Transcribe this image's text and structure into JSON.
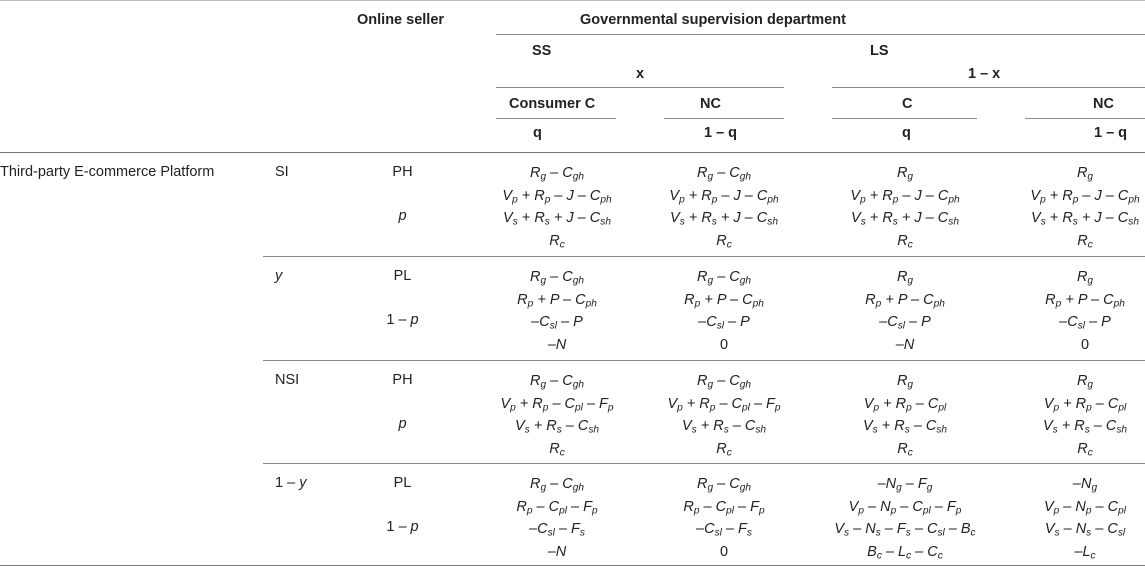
{
  "header": {
    "online_seller": "Online seller",
    "gov_dept": "Governmental supervision department",
    "ss": "SS",
    "x": "x",
    "ls": "LS",
    "one_minus_x": "1 – x",
    "consumer_c": "Consumer C",
    "nc": "NC",
    "c": "C",
    "q": "q",
    "one_minus_q": "1 – q"
  },
  "row_group_label": "Third-party E-commerce Platform",
  "rows": [
    {
      "platform": "SI",
      "seller": "PH",
      "prob": "p",
      "cells": [
        [
          "R_g – C_gh",
          "V_p + R_p – J – C_ph",
          "V_s + R_s + J – C_sh",
          "R_c"
        ],
        [
          "R_g – C_gh",
          "V_p + R_p – J – C_ph",
          "V_s + R_s + J – C_sh",
          "R_c"
        ],
        [
          "R_g",
          "V_p + R_p – J – C_ph",
          "V_s + R_s + J – C_sh",
          "R_c"
        ],
        [
          "R_g",
          "V_p + R_p – J – C_ph",
          "V_s + R_s + J – C_sh",
          "R_c"
        ]
      ]
    },
    {
      "platform": "y",
      "seller": "PL",
      "prob": "1 – p",
      "cells": [
        [
          "R_g – C_gh",
          "R_p + P – C_ph",
          "–C_sl – P",
          "–N"
        ],
        [
          "R_g – C_gh",
          "R_p + P – C_ph",
          "–C_sl – P",
          "0"
        ],
        [
          "R_g",
          "R_p + P – C_ph",
          "–C_sl – P",
          "–N"
        ],
        [
          "R_g",
          "R_p + P – C_ph",
          "–C_sl – P",
          "0"
        ]
      ]
    },
    {
      "platform": "NSI",
      "seller": "PH",
      "prob": "p",
      "cells": [
        [
          "R_g – C_gh",
          "V_p + R_p – C_pl – F_p",
          "V_s + R_s – C_sh",
          "R_c"
        ],
        [
          "R_g – C_gh",
          "V_p + R_p – C_pl – F_p",
          "V_s + R_s – C_sh",
          "R_c"
        ],
        [
          "R_g",
          "V_p + R_p – C_pl",
          "V_s + R_s – C_sh",
          "R_c"
        ],
        [
          "R_g",
          "V_p + R_p – C_pl",
          "V_s + R_s – C_sh",
          "R_c"
        ]
      ]
    },
    {
      "platform": "1 – y",
      "seller": "PL",
      "prob": "1 – p",
      "cells": [
        [
          "R_g – C_gh",
          "R_p – C_pl – F_p",
          "–C_sl – F_s",
          "–N"
        ],
        [
          "R_g – C_gh",
          "R_p – C_pl – F_p",
          "–C_sl – F_s",
          "0"
        ],
        [
          "–N_g – F_g",
          "V_p – N_p – C_pl – F_p",
          "V_s – N_s – F_s – C_sl – B_c",
          "B_c – L_c – C_c"
        ],
        [
          "–N_g",
          "V_p – N_p – C_pl",
          "V_s – N_s – C_sl",
          "–L_c"
        ]
      ]
    }
  ]
}
